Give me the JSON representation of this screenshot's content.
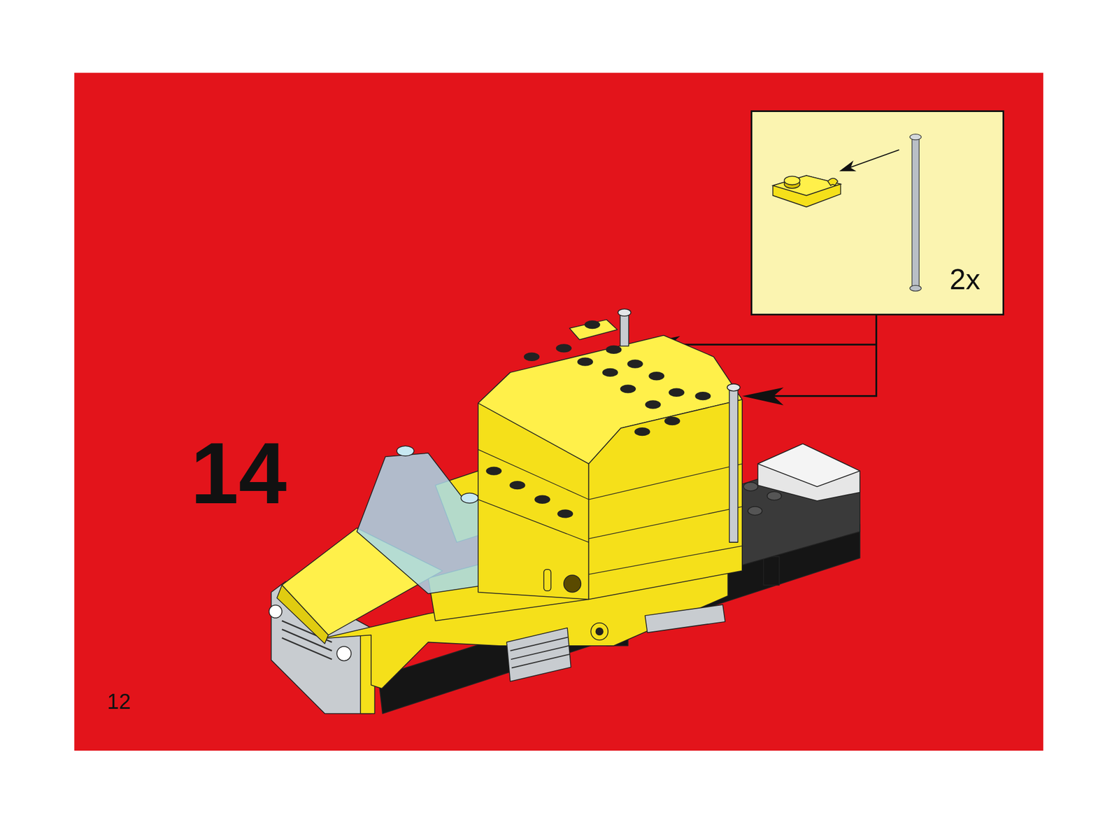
{
  "diagram": {
    "nodes": [
      {
        "text": [
          "2x"
        ]
      }
    ],
    "labels": [
      "14",
      "12"
    ]
  }
}
